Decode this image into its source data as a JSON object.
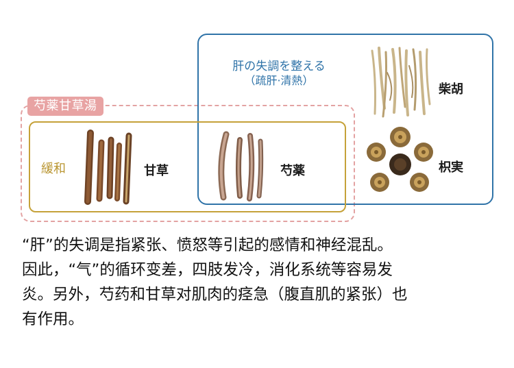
{
  "formula_name": "芍薬甘草湯",
  "liver_group": {
    "title": "肝の失調を整える",
    "subtitle": "（疏肝·清熱）"
  },
  "relax_group": {
    "label": "緩和"
  },
  "herbs": {
    "kanzo": "甘草",
    "shakuyaku": "芍薬",
    "saiko": "柴胡",
    "kijitsu": "枳実"
  },
  "caption_lines": [
    "“肝”的失调是指紧张、愤怒等引起的感情和神经混乱。",
    "因此，“气”的循环变差，四肢发冷，消化系统等容易发",
    "炎。另外，芍药和甘草对肌肉的痉急（腹直肌的紧张）也",
    "有作用。"
  ],
  "colors": {
    "liver_border": "#2f73a8",
    "formula_border": "#e3a2a2",
    "relax_border": "#c5a138",
    "formula_tag_bg": "#e8a3a3"
  },
  "icons": [
    "licorice-root-image",
    "peony-root-image",
    "bupleurum-root-image",
    "bitter-orange-image"
  ]
}
